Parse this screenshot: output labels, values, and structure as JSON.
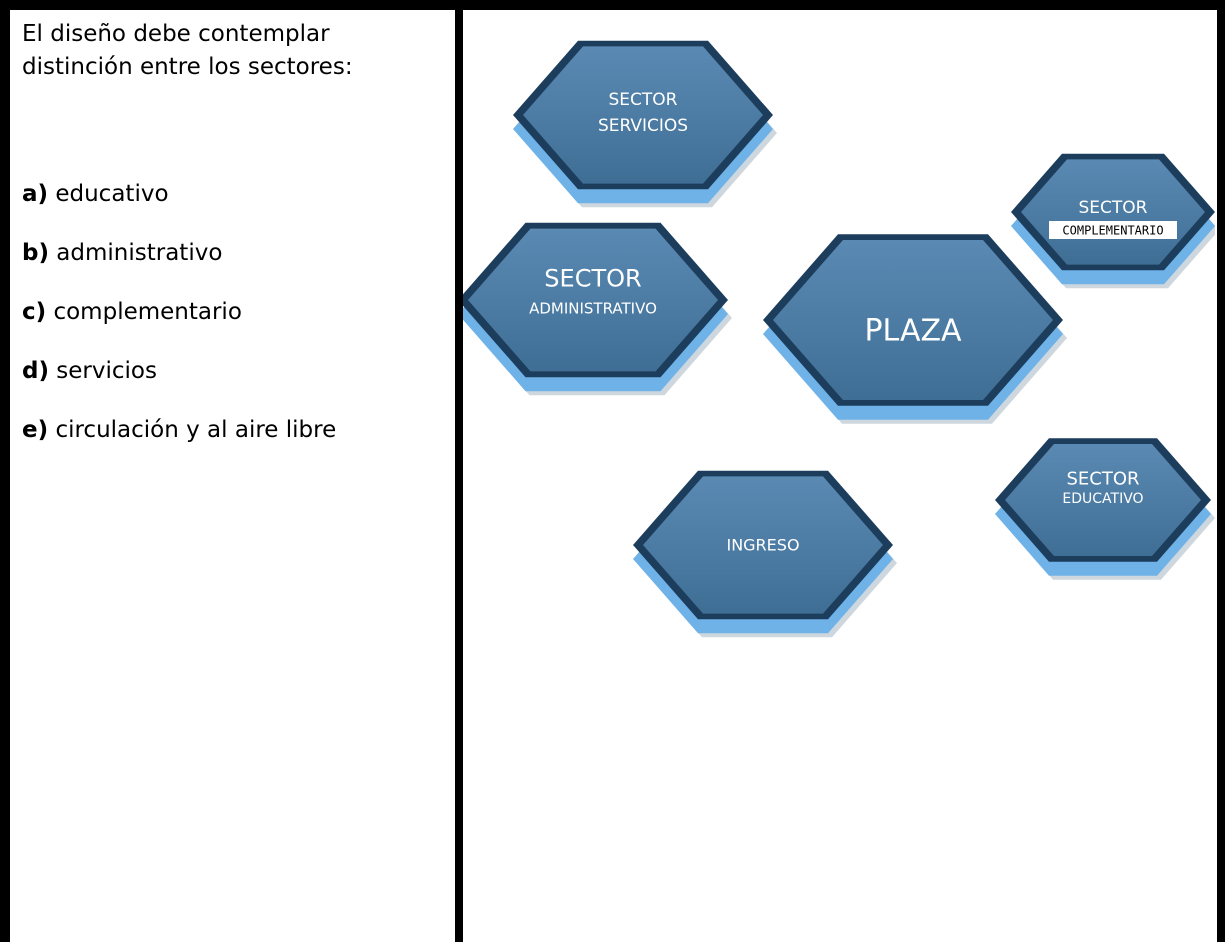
{
  "intro": "El diseño debe contemplar distinción entre los sectores:",
  "items": [
    {
      "key": "a)",
      "text": "educativo"
    },
    {
      "key": "b)",
      "text": "administrativo"
    },
    {
      "key": "c)",
      "text": "complementario"
    },
    {
      "key": "d)",
      "text": "servicios"
    },
    {
      "key": "e)",
      "text": "circulación y al aire libre"
    }
  ],
  "diagram": {
    "colors": {
      "face": "#3f6e95",
      "face_light": "#5a8ab3",
      "edge": "#6fb2e8",
      "dark": "#1d3d5c",
      "shadow": "#b9c6d0"
    },
    "hexagons": [
      {
        "id": "servicios",
        "lines": [
          "SECTOR",
          "SERVICIOS"
        ]
      },
      {
        "id": "complementario",
        "lines": [
          "SECTOR"
        ],
        "tag": "COMPLEMENTARIO"
      },
      {
        "id": "administrativo",
        "lines": [
          "SECTOR",
          "ADMINISTRATIVO"
        ]
      },
      {
        "id": "plaza",
        "lines": [
          "PLAZA"
        ]
      },
      {
        "id": "ingreso",
        "lines": [
          "INGRESO"
        ]
      },
      {
        "id": "educativo",
        "lines": [
          "SECTOR",
          "EDUCATIVO"
        ]
      }
    ]
  }
}
